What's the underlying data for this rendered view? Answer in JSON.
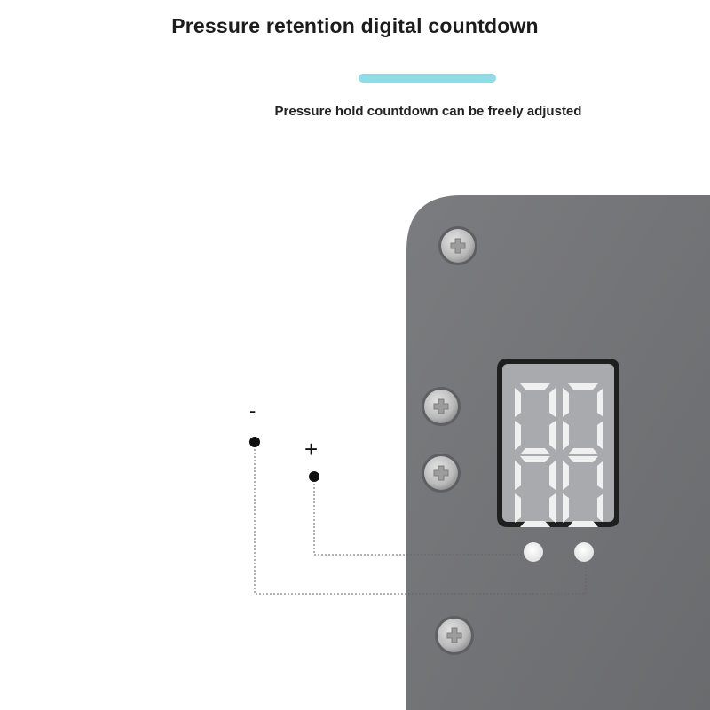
{
  "header": {
    "title": "Pressure retention digital countdown",
    "subtitle": "Pressure hold countdown can be freely adjusted",
    "accent_color": "#8fdde6"
  },
  "device": {
    "panel_color": "#737477",
    "display_window_color": "#a9aaad",
    "digit_segment_color": "#f0f0f0",
    "display_rows": [
      "00",
      "00"
    ],
    "buttons": [
      {
        "label": "-",
        "role": "decrease"
      },
      {
        "label": "+",
        "role": "increase"
      }
    ]
  }
}
